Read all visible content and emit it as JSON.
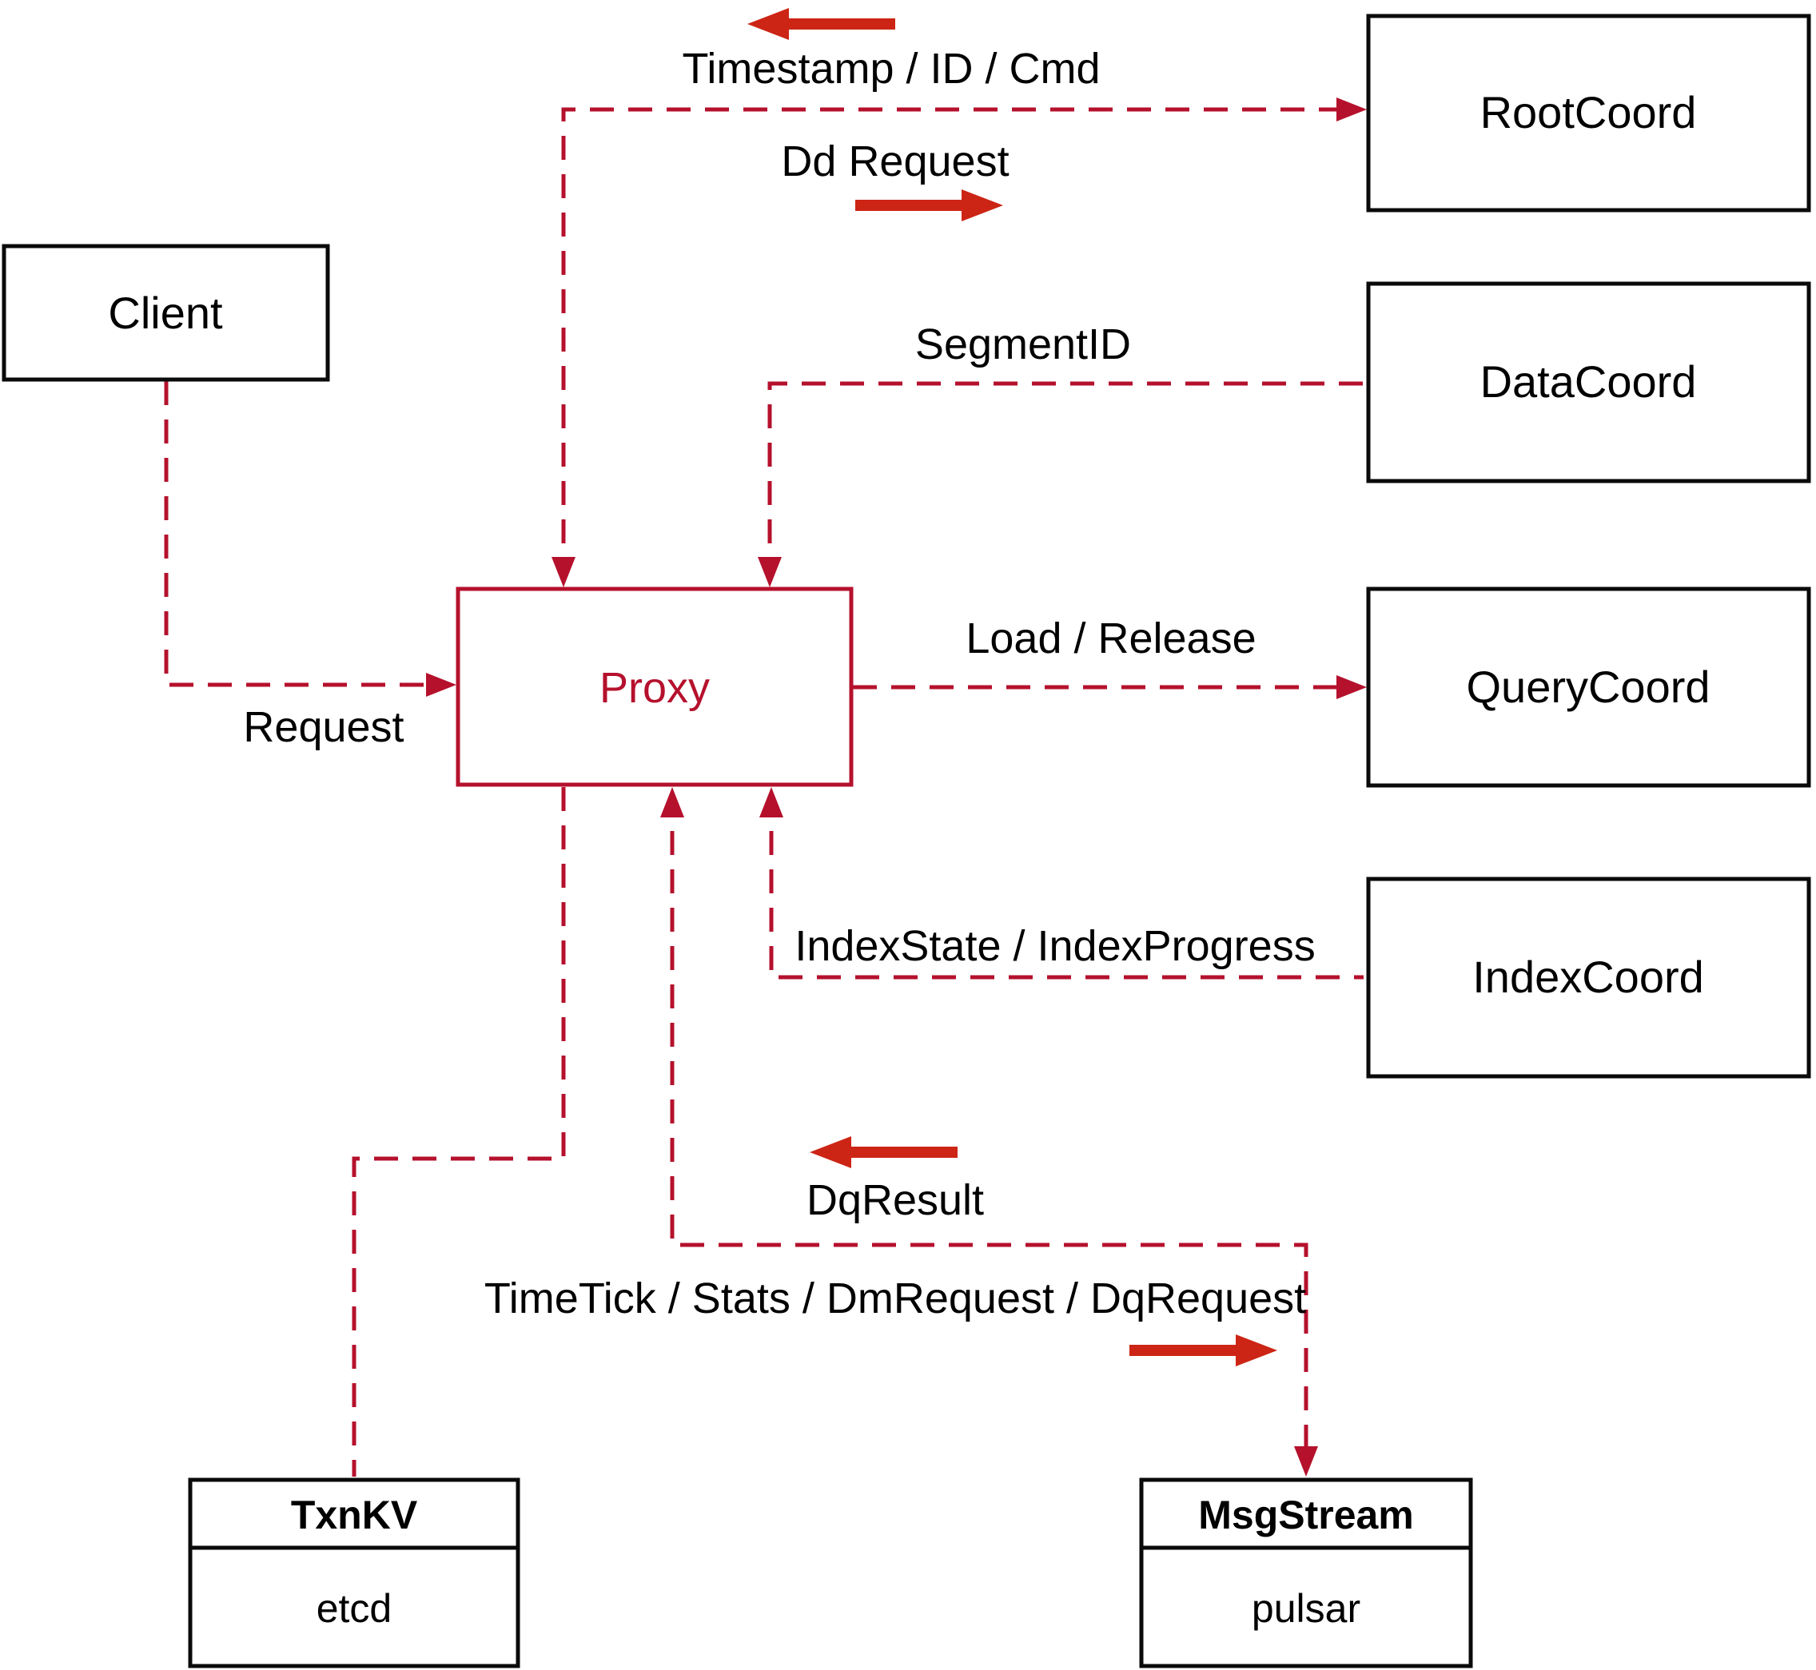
{
  "diagram": {
    "title_hint": "Proxy architecture diagram",
    "colors": {
      "dashed_line_red": "#b5112d",
      "solid_arrow_red": "#cc2515",
      "box_border_black": "#0a0a0a",
      "background": "#ffffff"
    },
    "nodes": {
      "client": {
        "label": "Client"
      },
      "root_coord": {
        "label": "RootCoord"
      },
      "data_coord": {
        "label": "DataCoord"
      },
      "query_coord": {
        "label": "QueryCoord"
      },
      "index_coord": {
        "label": "IndexCoord"
      },
      "proxy": {
        "label": "Proxy"
      },
      "txn_kv": {
        "title": "TxnKV",
        "impl": "etcd"
      },
      "msg_stream": {
        "title": "MsgStream",
        "impl": "pulsar"
      }
    },
    "edges": {
      "request": {
        "label": "Request",
        "from": "Client",
        "to": "Proxy"
      },
      "timestamp": {
        "label": "Timestamp / ID / Cmd",
        "from": "RootCoord",
        "to": "Proxy"
      },
      "dd_request": {
        "label": "Dd Request",
        "from": "Proxy",
        "to": "RootCoord"
      },
      "segment_id": {
        "label": "SegmentID",
        "from": "DataCoord",
        "to": "Proxy"
      },
      "load_release": {
        "label": "Load / Release",
        "from": "Proxy",
        "to": "QueryCoord"
      },
      "index_state": {
        "label": "IndexState / IndexProgress",
        "from": "IndexCoord",
        "to": "Proxy"
      },
      "dq_result": {
        "label": "DqResult",
        "from": "MsgStream",
        "to": "Proxy"
      },
      "time_tick": {
        "label": "TimeTick / Stats / DmRequest / DqRequest",
        "from": "Proxy",
        "to": "MsgStream"
      }
    }
  }
}
